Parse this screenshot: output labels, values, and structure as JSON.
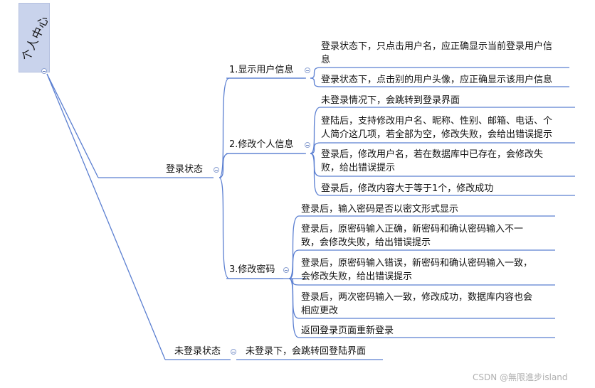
{
  "root": {
    "label": "个人中心"
  },
  "branches": {
    "login": {
      "label": "登录状态",
      "g1": {
        "label": "1.显示用户信息",
        "items": [
          "登录状态下，只点击用户名，应正确显示当前登录用户信息",
          "登录状态下，点击别的用户头像，应正确显示该用户信息"
        ]
      },
      "g2": {
        "label": "2.修改个人信息",
        "items": [
          "未登录情况下，会跳转到登录界面",
          "登陆后，支持修改用户名、昵称、性别、邮箱、电话、个人简介这几项，若全部为空，修改失败，会给出错误提示",
          "登录后，修改用户名，若在数据库中已存在，会修改失败，给出错误提示",
          "登录后，修改内容大于等于1个，修改成功"
        ]
      },
      "g3": {
        "label": "3.修改密码",
        "items": [
          "登录后，输入密码是否以密文形式显示",
          "登录后，原密码输入正确，新密码和确认密码输入不一致，会修改失败，给出错误提示",
          "登录后，原密码输入错误，新密码和确认密码输入一致，会修改失败，给出错误提示",
          "登录后，两次密码输入一致，修改成功，数据库内容也会相应更改",
          "返回登录页面重新登录"
        ]
      }
    },
    "logout": {
      "label": "未登录状态",
      "items": [
        "未登录下，会跳转回登陆界面"
      ]
    }
  },
  "watermark": "CSDN @無限進步island",
  "colors": {
    "line": "#5b7fd1",
    "root_fill": "#c9d3ec",
    "toggle": "#8da2d2"
  }
}
